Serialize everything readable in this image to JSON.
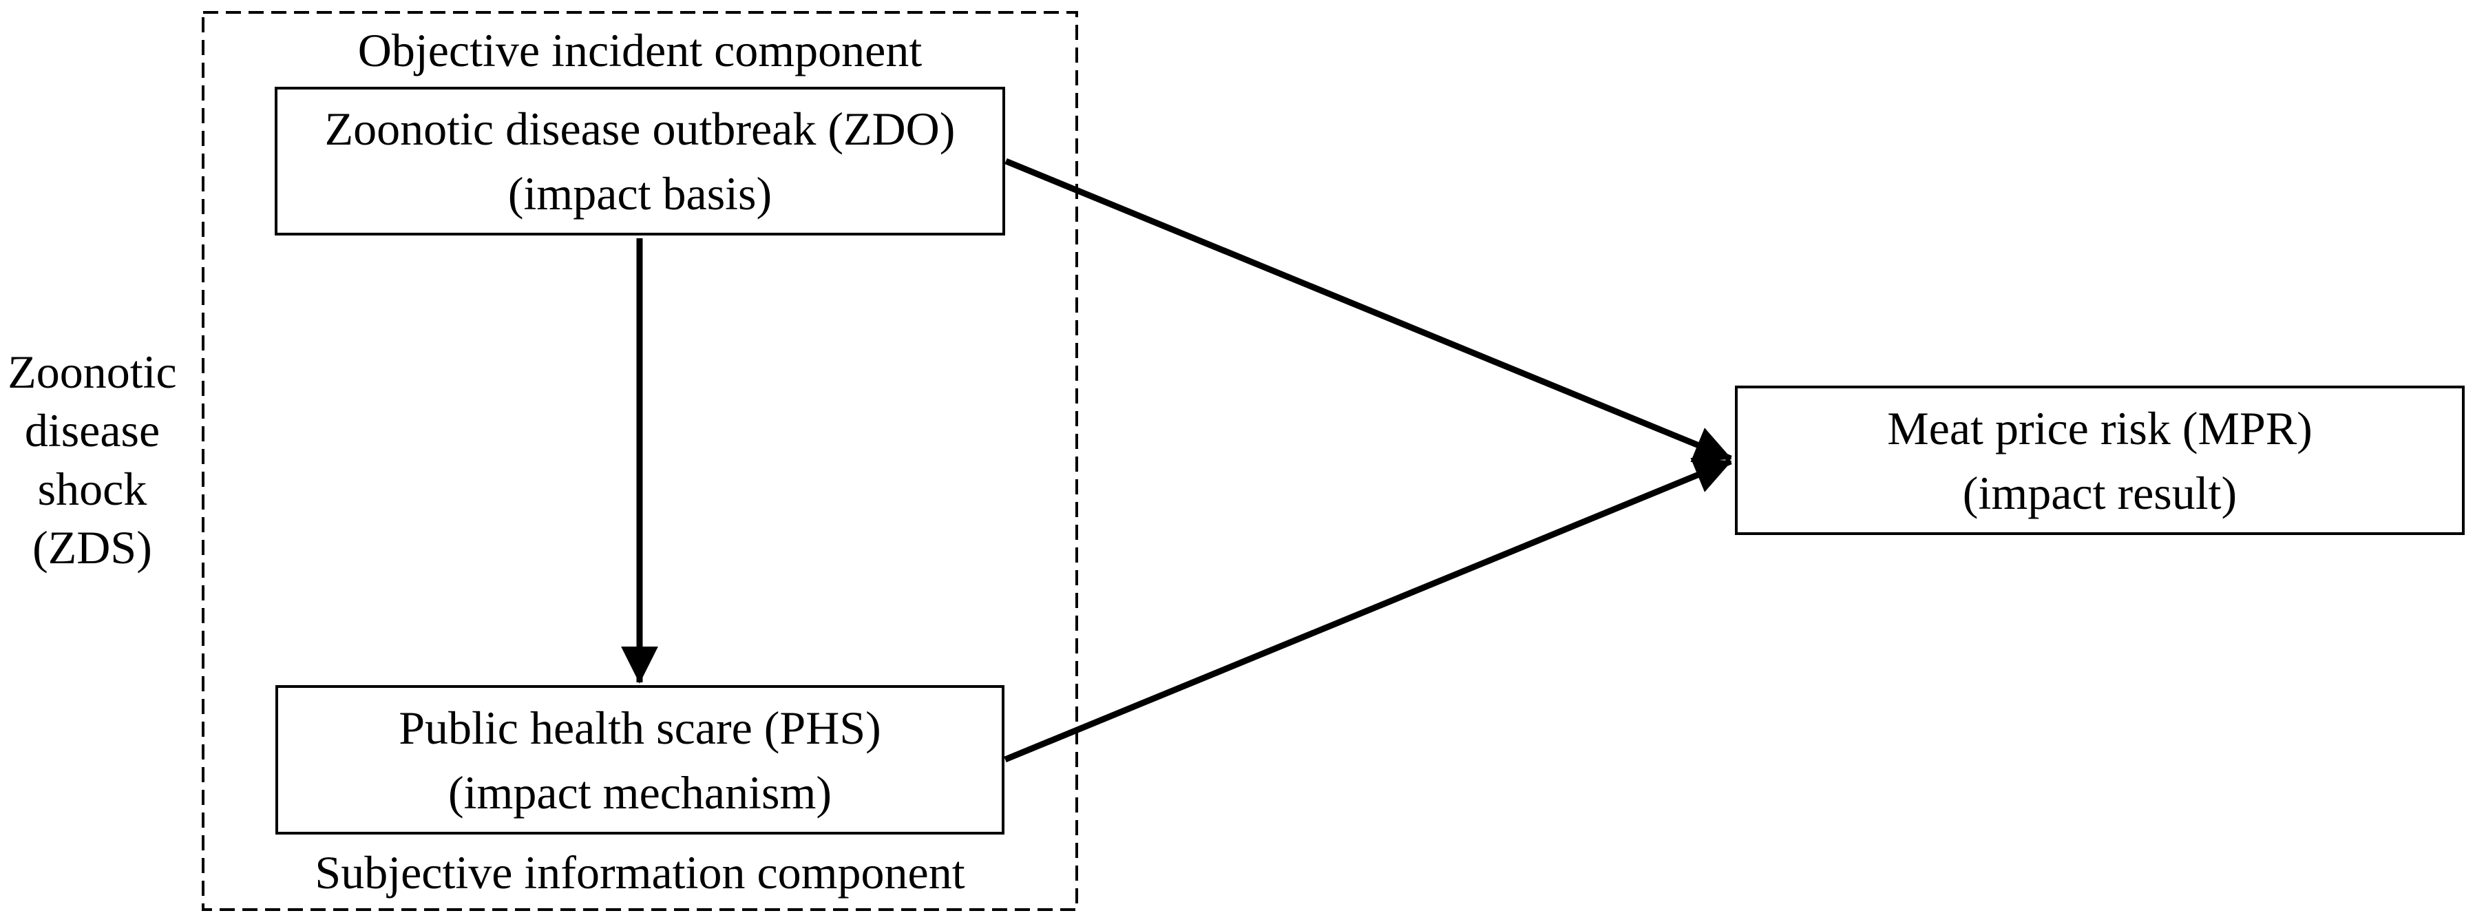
{
  "diagram": {
    "left_label": {
      "lines": [
        "Zoonotic",
        "disease",
        "shock",
        "(ZDS)"
      ]
    },
    "dashed_group": {
      "top_label": "Objective incident component",
      "bottom_label": "Subjective information component"
    },
    "nodes": {
      "zdo": {
        "line1": "Zoonotic disease outbreak (ZDO)",
        "line2": "(impact basis)"
      },
      "phs": {
        "line1": "Public health scare (PHS)",
        "line2": "(impact mechanism)"
      },
      "mpr": {
        "line1": "Meat price risk (MPR)",
        "line2": "(impact result)"
      }
    },
    "colors": {
      "line": "#000000",
      "background": "#ffffff"
    }
  }
}
